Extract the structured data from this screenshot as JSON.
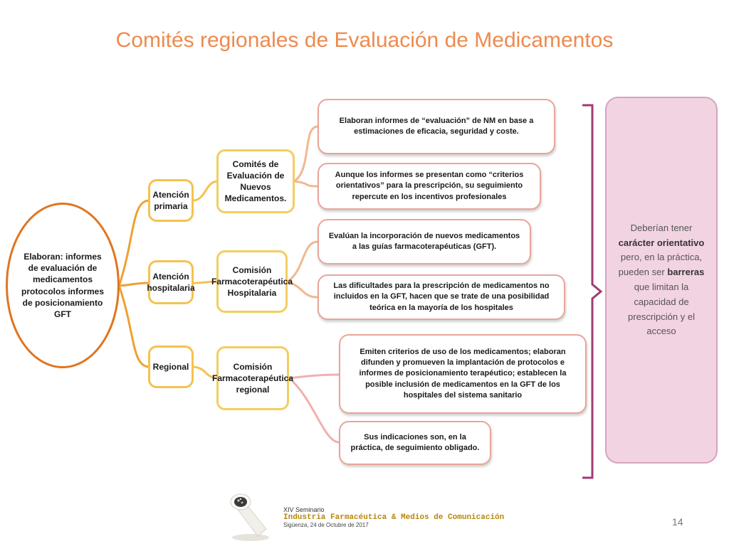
{
  "slide": {
    "title": "Comités regionales de Evaluación de Medicamentos",
    "page_number": "14"
  },
  "diagram": {
    "root": "Elaboran: informes de evaluación de medicamentos protocolos informes de posicionamiento GFT",
    "branches": [
      {
        "label": "Atención primaria",
        "committee": "Comités de Evaluación de Nuevos Medicamentos.",
        "leaves": [
          "Elaboran informes de “evaluación” de NM en base a estimaciones de eficacia, seguridad y coste.",
          "Aunque los informes se presentan como “criterios orientativos” para la prescripción, su seguimiento repercute en los incentivos profesionales"
        ]
      },
      {
        "label": "Atención hospitalaria",
        "committee": "Comisión Farmacoterapéutica Hospitalaria",
        "leaves": [
          "Evalúan la incorporación de nuevos medicamentos a las guías farmacoterapéuticas (GFT).",
          "Las dificultades para la prescripción de medicamentos no incluidos en la GFT, hacen que se trate de una posibilidad teórica en la mayoría de los hospitales"
        ]
      },
      {
        "label": "Regional",
        "committee": "Comisión Farmacoterapéutica regional",
        "leaves": [
          "Emiten criterios de uso de los medicamentos; elaboran difunden y promueven la implantación de protocolos e informes de posicionamiento terapéutico; establecen la posible inclusión de medicamentos en la GFT de los hospitales del sistema sanitario",
          "Sus indicaciones son, en la práctica, de seguimiento obligado."
        ]
      }
    ]
  },
  "note": {
    "t1": "Deberían tener",
    "t2": "carácter orientativo",
    "t3": "pero, en la práctica, pueden ser",
    "t4": "barreras",
    "t5": "que limitan la capacidad de prescripción y el acceso"
  },
  "footer": {
    "line1": "XIV Seminario",
    "line2": "Industria Farmacéutica & Medios de Comunicación",
    "line3": "Sigüenza, 24 de Octubre de 2017"
  },
  "colors": {
    "title": "#EE8A4E",
    "root_border": "#E0751F",
    "branch_border": "#F5C24F",
    "leaf_border": "#E8A59A",
    "note_fill": "#F2D3E2",
    "bracket": "#A23B72"
  }
}
